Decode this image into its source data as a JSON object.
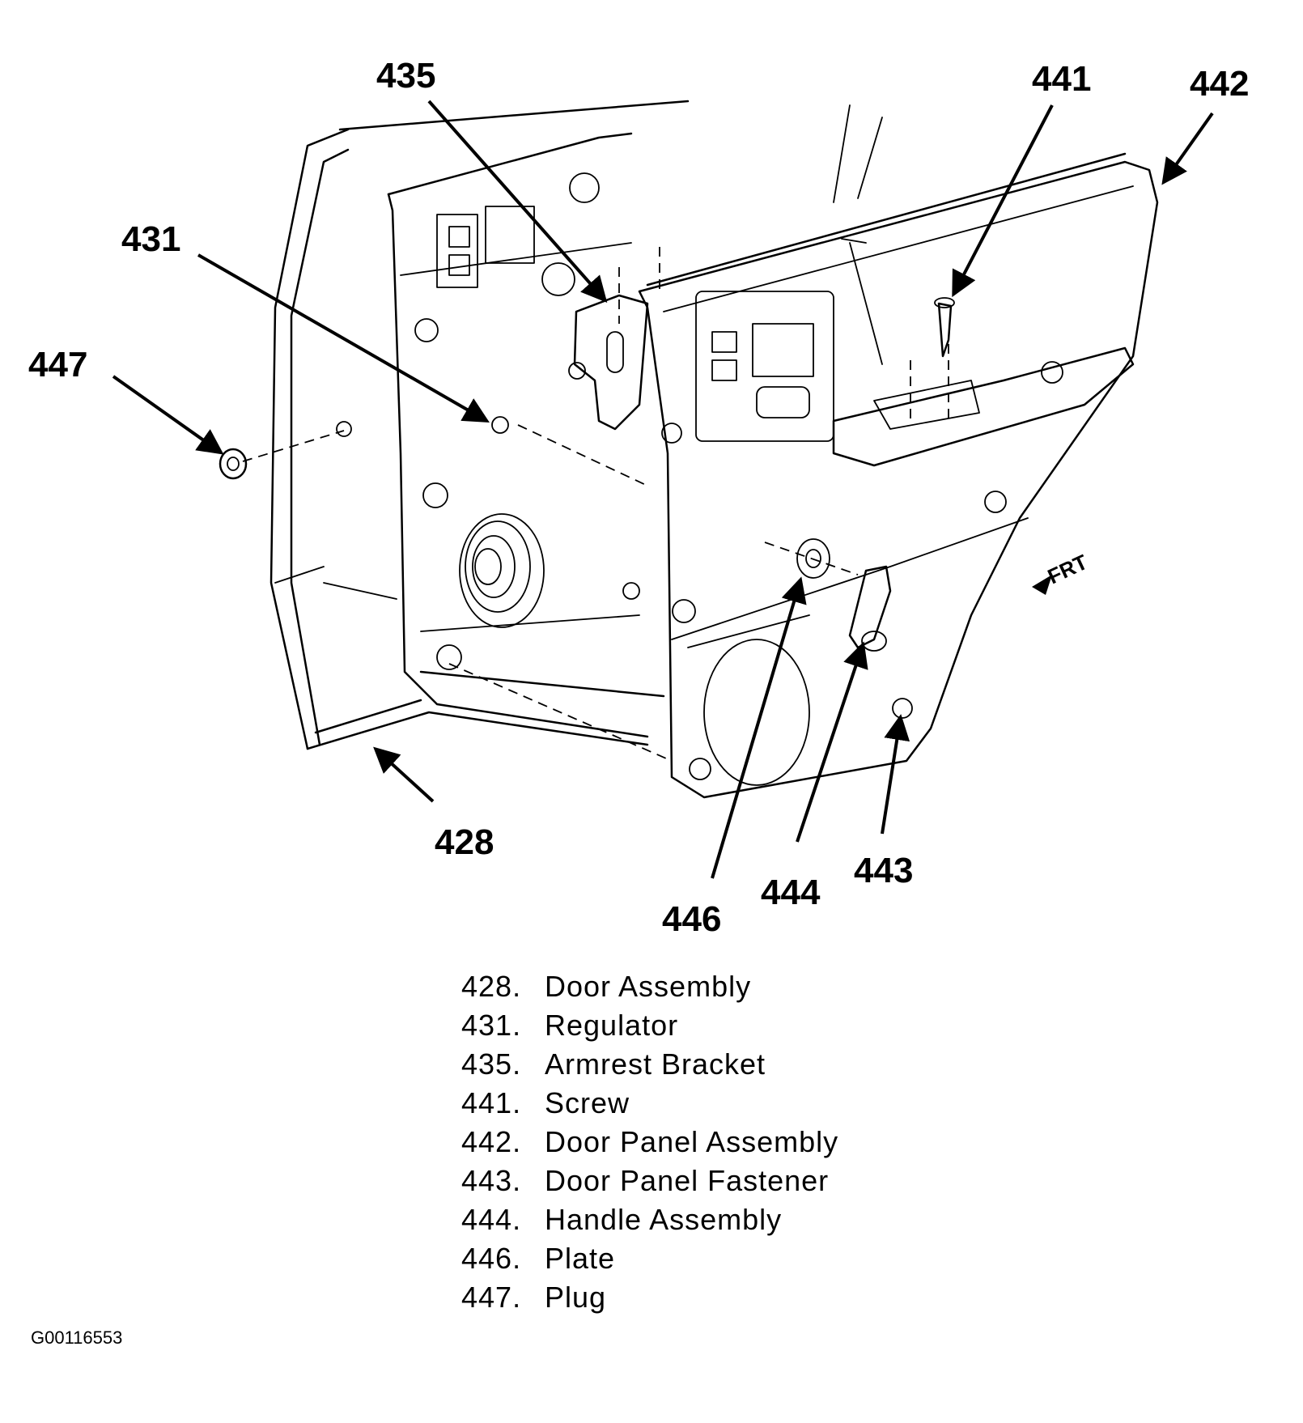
{
  "callouts": {
    "c428": "428",
    "c431": "431",
    "c435": "435",
    "c441": "441",
    "c442": "442",
    "c443": "443",
    "c444": "444",
    "c446": "446",
    "c447": "447"
  },
  "direction_label": "FRT",
  "legend": [
    {
      "num": "428.",
      "label": "Door Assembly"
    },
    {
      "num": "431.",
      "label": "Regulator"
    },
    {
      "num": "435.",
      "label": "Armrest Bracket"
    },
    {
      "num": "441.",
      "label": "Screw"
    },
    {
      "num": "442.",
      "label": "Door Panel Assembly"
    },
    {
      "num": "443.",
      "label": "Door Panel Fastener"
    },
    {
      "num": "444.",
      "label": "Handle Assembly"
    },
    {
      "num": "446.",
      "label": "Plate"
    },
    {
      "num": "447.",
      "label": "Plug"
    }
  ],
  "figure_id": "G00116553"
}
